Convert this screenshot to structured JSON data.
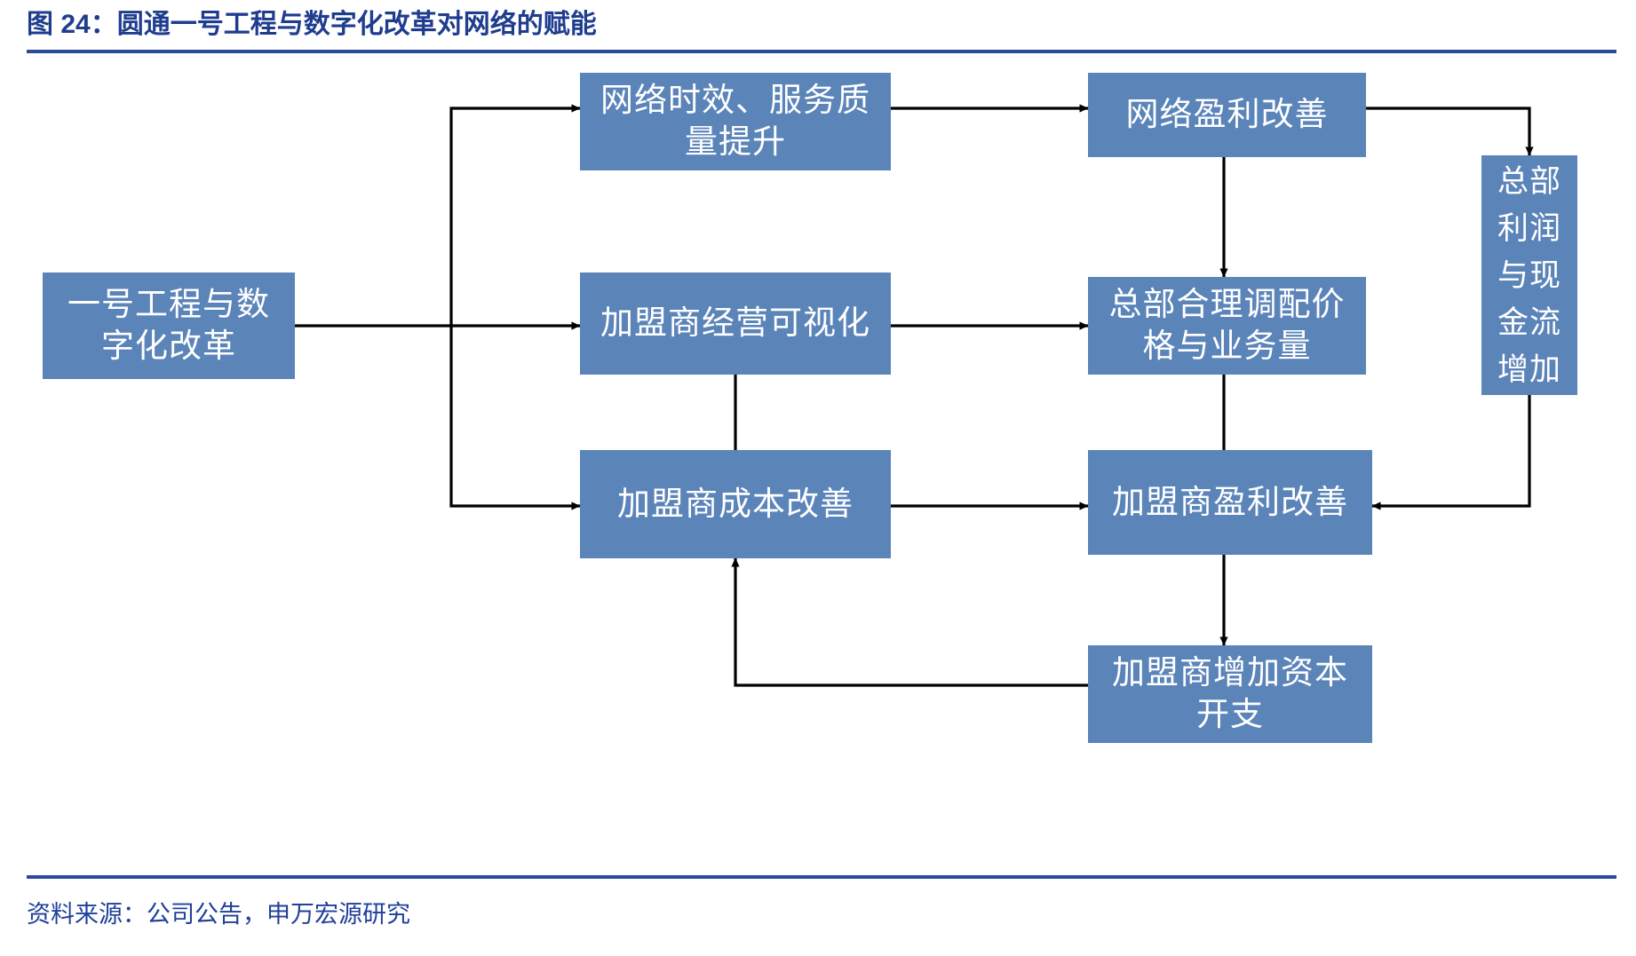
{
  "title": "图 24：圆通一号工程与数字化改革对网络的赋能",
  "source_note": "资料来源：公司公告，申万宏源研究",
  "colors": {
    "title_text": "#1f3d8f",
    "rule": "#2a4a9b",
    "node_fill": "#5b84b9",
    "node_text": "#ffffff",
    "edge": "#000000",
    "source_text": "#20409a"
  },
  "diagram": {
    "type": "flowchart",
    "nodes": [
      {
        "id": "n1",
        "label": "一号工程与数字化改革"
      },
      {
        "id": "n2",
        "label": "网络时效、服务质量提升"
      },
      {
        "id": "n3",
        "label": "网络盈利改善"
      },
      {
        "id": "n4",
        "label": "总部利润与现金流增加"
      },
      {
        "id": "n5",
        "label": "加盟商经营可视化"
      },
      {
        "id": "n6",
        "label": "总部合理调配价格与业务量"
      },
      {
        "id": "n7",
        "label": "加盟商成本改善"
      },
      {
        "id": "n8",
        "label": "加盟商盈利改善"
      },
      {
        "id": "n9",
        "label": "加盟商增加资本开支"
      }
    ],
    "edges": [
      {
        "from": "n1",
        "to": "n2"
      },
      {
        "from": "n1",
        "to": "n5"
      },
      {
        "from": "n1",
        "to": "n7"
      },
      {
        "from": "n2",
        "to": "n3"
      },
      {
        "from": "n3",
        "to": "n4"
      },
      {
        "from": "n3",
        "to": "n6"
      },
      {
        "from": "n5",
        "to": "n6"
      },
      {
        "from": "n5",
        "to": "n7"
      },
      {
        "from": "n6",
        "to": "n8"
      },
      {
        "from": "n7",
        "to": "n8"
      },
      {
        "from": "n4",
        "to": "n8"
      },
      {
        "from": "n8",
        "to": "n9"
      },
      {
        "from": "n9",
        "to": "n7"
      }
    ]
  }
}
